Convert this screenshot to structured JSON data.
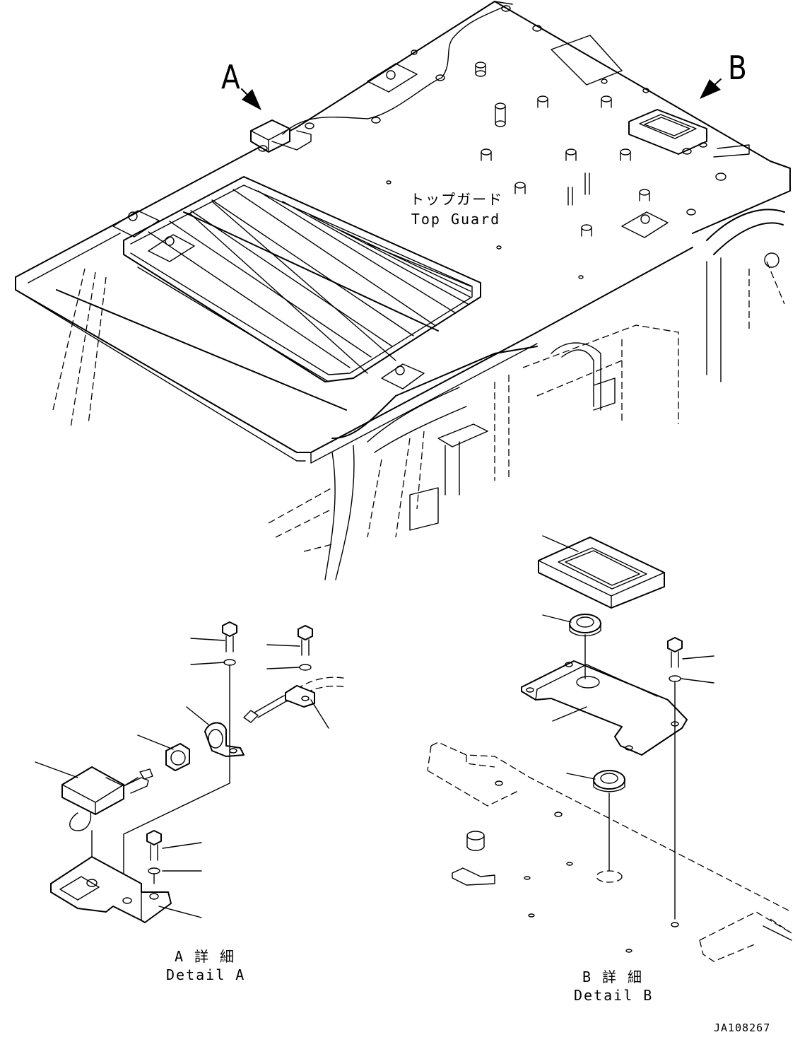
{
  "callouts": {
    "a_letter": "A",
    "b_letter": "B"
  },
  "top_guard": {
    "label_jp": "トップガード",
    "label_en": "Top Guard"
  },
  "detail_a": {
    "title_jp": "A 詳 細",
    "title_en": "Detail A"
  },
  "detail_b": {
    "title_jp": "B 詳 細",
    "title_en": "Detail B"
  },
  "drawing_number": "JA108267",
  "colors": {
    "line": "#000000",
    "background": "#ffffff"
  }
}
